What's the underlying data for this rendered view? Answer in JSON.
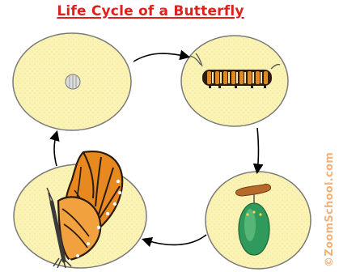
{
  "title": "Life Cycle of a Butterfly",
  "credit": "©ZoomSchool.com",
  "colors": {
    "title": "#e0201c",
    "circle_fill": "#fbf3b4",
    "circle_stroke": "#7a7a7a",
    "arrow": "#000000",
    "credit": "#f2b27a"
  },
  "stages": [
    {
      "name": "egg",
      "icon": "egg-icon"
    },
    {
      "name": "caterpillar",
      "icon": "caterpillar-icon"
    },
    {
      "name": "chrysalis",
      "icon": "chrysalis-icon"
    },
    {
      "name": "butterfly",
      "icon": "butterfly-icon"
    }
  ]
}
